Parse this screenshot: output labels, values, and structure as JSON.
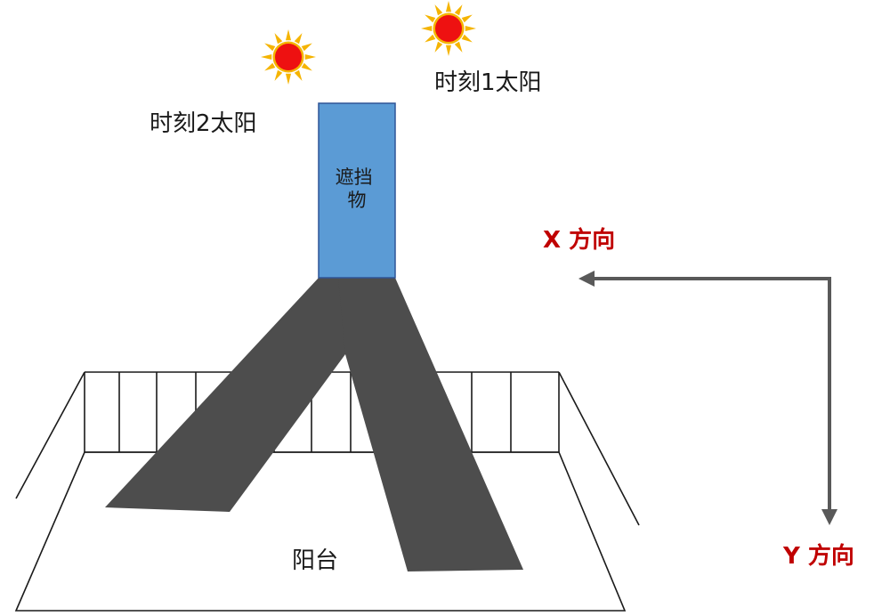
{
  "labels": {
    "sun1": "时刻1太阳",
    "sun2": "时刻2太阳",
    "obstacle": "遮挡\n物",
    "x_direction": "X 方向",
    "y_direction": "Y 方向",
    "balcony": "阳台"
  },
  "icons": {
    "sun1": "sun-icon",
    "sun2": "sun-icon",
    "x_arrow": "arrow-left-icon",
    "y_arrow": "arrow-down-icon"
  },
  "colors": {
    "obstacle_fill": "#5b9bd5",
    "obstacle_stroke": "#2f5597",
    "shadow": "#4d4d4d",
    "sun_core": "#ee1111",
    "sun_rays": "#f5b400",
    "axis": "#595959",
    "axis_label": "#c00000",
    "line": "#1a1a1a",
    "text": "#1a1a1a"
  }
}
